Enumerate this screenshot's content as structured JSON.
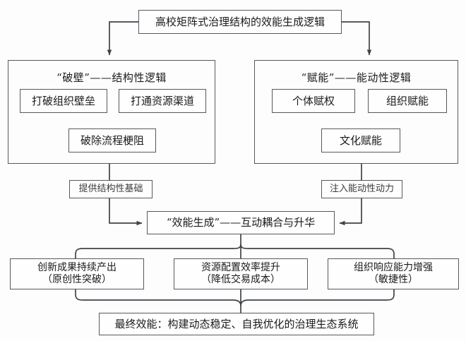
{
  "diagram": {
    "title_box": {
      "text": "高校矩阵式治理结构的效能生成逻辑"
    },
    "branches": [
      {
        "id": "structural",
        "title": "“破壁”——结构性逻辑",
        "items": [
          "打破组织壁垒",
          "打通资源渠道",
          "破除流程梗阻"
        ],
        "connector_label": "提供结构性基础"
      },
      {
        "id": "agency",
        "title": "“赋能”——能动性逻辑",
        "items": [
          "个体赋权",
          "组织赋能",
          "文化赋能"
        ],
        "connector_label": "注入能动性动力"
      }
    ],
    "center_box": {
      "text": "“效能生成”——互动耦合与升华"
    },
    "outcomes": [
      {
        "line1": "创新成果持续产出",
        "line2": "（原创性突破）"
      },
      {
        "line1": "资源配置效率提升",
        "line2": "（降低交易成本）"
      },
      {
        "line1": "组织响应能力增强",
        "line2": "（敏捷性）"
      }
    ],
    "final_box": {
      "text": "最终效能：构建动态稳定、自我优化的治理生态系统"
    },
    "colors": {
      "border": "#555a5e",
      "line": "#3f4347",
      "background": "#fdfdfd",
      "text": "#1a1a1a"
    }
  }
}
